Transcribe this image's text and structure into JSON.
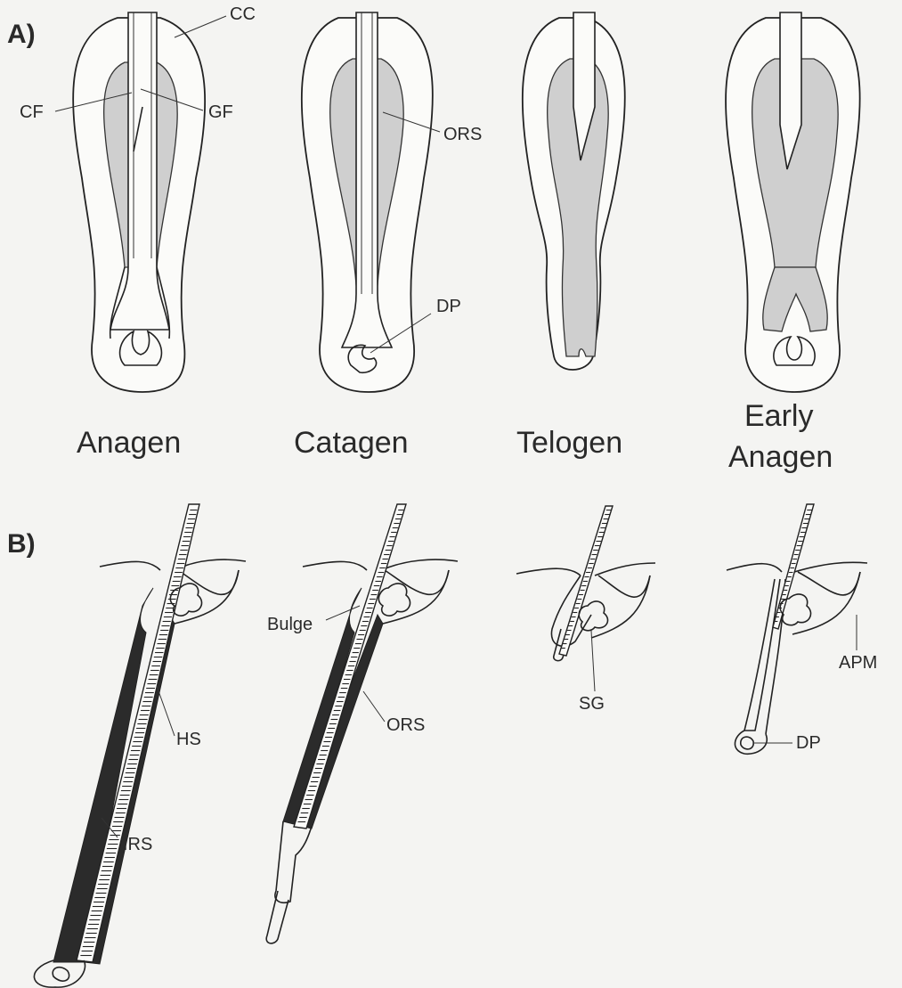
{
  "panels": {
    "a": {
      "label": "A)"
    },
    "b": {
      "label": "B)"
    }
  },
  "stages": {
    "anagen": "Anagen",
    "catagen": "Catagen",
    "telogen": "Telogen",
    "early_anagen_line1": "Early",
    "early_anagen_line2": "Anagen"
  },
  "callouts": {
    "cc": "CC",
    "cf": "CF",
    "gf": "GF",
    "ors_a": "ORS",
    "dp_a": "DP",
    "bulge": "Bulge",
    "hs": "HS",
    "irs": "IRS",
    "ors_b": "ORS",
    "sg": "SG",
    "apm": "APM",
    "dp_b": "DP"
  },
  "colors": {
    "ink": "#222222",
    "ors_fill": "#cfcfcf",
    "sheath_dark": "#2b2b2b",
    "background": "#f4f4f2"
  }
}
